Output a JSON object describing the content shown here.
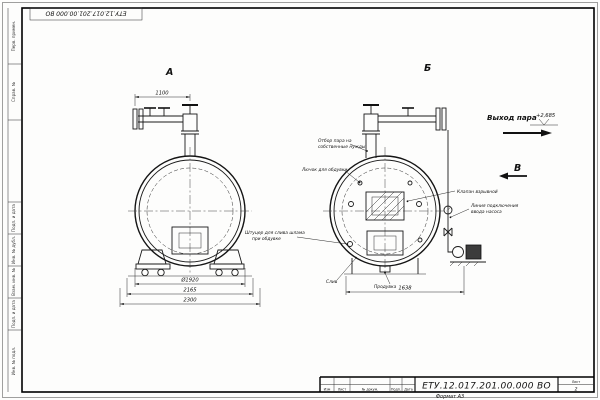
{
  "sheet": {
    "doc_number_top": "ЕТУ.12.017.201.00.000 ВО",
    "format_label": "Формат А3"
  },
  "frame": {
    "left_labels": [
      "Перв. примен.",
      "Справ. №",
      "Подп. и дата",
      "Инв. № дубл.",
      "Взам. инв. №",
      "Подп. и дата",
      "Инв. № подл."
    ]
  },
  "views": {
    "view_a_label": "А",
    "view_b_label": "Б",
    "view_v_label": "В"
  },
  "callouts": {
    "steam_outlet": "Выход пара",
    "elevation": "+2,685",
    "own_needs_line1": "Отбор пара на",
    "own_needs_line2": "собственные нужды",
    "blow_hatch": "Лючок для обдувки",
    "explosion_valve": "Клапан взрывной",
    "pump_line1": "Линия подключения",
    "pump_line2": "ввода насоса",
    "sludge_line1": "Штуцер для слива шлама",
    "sludge_line2": "при обдувке",
    "drain": "Слив",
    "blowdown": "Продувка"
  },
  "dims": {
    "pipe_offset": "1100",
    "diameter": "Ø1920",
    "saddle_span": "2165",
    "overall_width": "2300",
    "view_b_width": "1638"
  },
  "title_block": {
    "doc_number": "ЕТУ.12.017.201.00.000 ВО",
    "col_izm": "Изм",
    "col_list": "Лист",
    "col_doc": "№ докум.",
    "col_sign": "Подп.",
    "col_date": "Дата",
    "sheet_word": "Лист",
    "sheet_number": "2"
  }
}
